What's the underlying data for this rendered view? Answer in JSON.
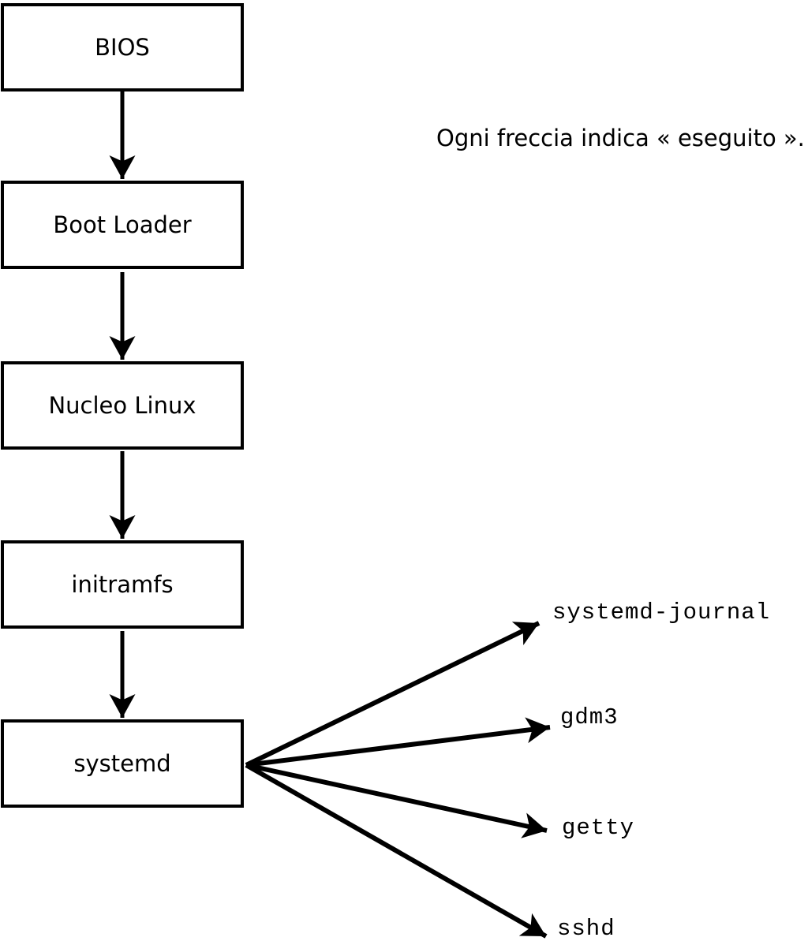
{
  "diagram": {
    "title_annotation": "Ogni freccia indica « eseguito ».",
    "boxes": [
      {
        "id": "bios",
        "label": "BIOS"
      },
      {
        "id": "boot-loader",
        "label": "Boot Loader"
      },
      {
        "id": "nucleo-linux",
        "label": "Nucleo Linux"
      },
      {
        "id": "initramfs",
        "label": "initramfs"
      },
      {
        "id": "systemd",
        "label": "systemd"
      }
    ],
    "services": [
      {
        "id": "systemd-journal",
        "label": "systemd-journal"
      },
      {
        "id": "gdm3",
        "label": "gdm3"
      },
      {
        "id": "getty",
        "label": "getty"
      },
      {
        "id": "sshd",
        "label": "sshd"
      }
    ],
    "colors": {
      "line": "#000000",
      "box_fill": "#ffffff",
      "text": "#000000",
      "background": "#ffffff"
    }
  }
}
